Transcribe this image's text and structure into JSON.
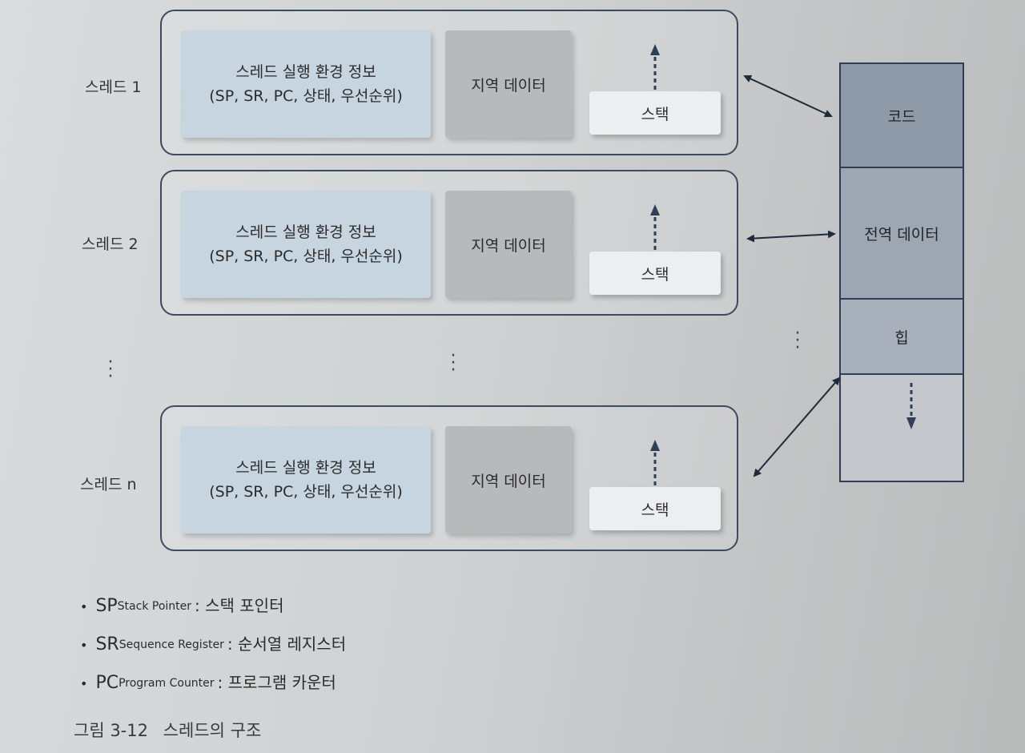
{
  "threads": [
    {
      "label": "스레드 1",
      "env_line1": "스레드 실행 환경 정보",
      "env_line2": "(SP, SR, PC, 상태, 우선순위)",
      "local": "지역 데이터",
      "stack": "스택"
    },
    {
      "label": "스레드 2",
      "env_line1": "스레드 실행 환경 정보",
      "env_line2": "(SP, SR, PC, 상태, 우선순위)",
      "local": "지역 데이터",
      "stack": "스택"
    },
    {
      "label": "스레드 n",
      "env_line1": "스레드 실행 환경 정보",
      "env_line2": "(SP, SR, PC, 상태, 우선순위)",
      "local": "지역 데이터",
      "stack": "스택"
    }
  ],
  "memory": {
    "code": "코드",
    "global_data": "전역 데이터",
    "heap": "힙",
    "code_color": "#8f9aa8",
    "global_color": "#9ca7b3",
    "heap_color": "#a8b1bb",
    "free_color": "#c4c8cc"
  },
  "legend": [
    {
      "abbr": "SP",
      "full": "Stack Pointer",
      "desc": ": 스택 포인터"
    },
    {
      "abbr": "SR",
      "full": "Sequence Register",
      "desc": ": 순서열 레지스터"
    },
    {
      "abbr": "PC",
      "full": "Program Counter",
      "desc": ": 프로그램 카운터"
    }
  ],
  "caption": {
    "number": "그림 3-12",
    "title": "스레드의 구조"
  },
  "colors": {
    "frame": "#3c4b60",
    "env_box": "#c6d5df",
    "local_box": "#b7b9bb",
    "stack_box": "#eceeef",
    "arrow": "#2e3f57"
  }
}
